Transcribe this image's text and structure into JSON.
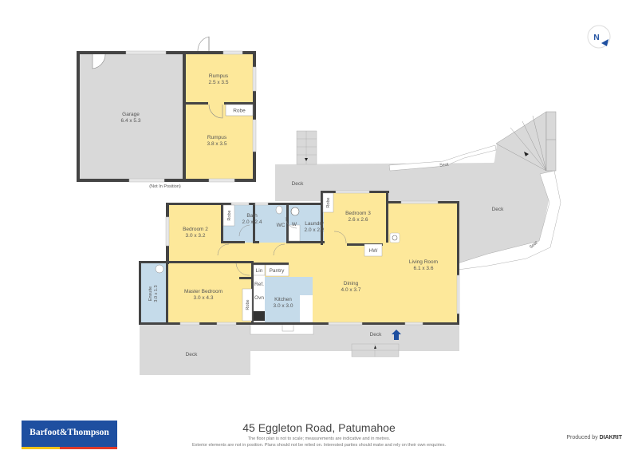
{
  "compass": {
    "label": "N"
  },
  "rooms": {
    "garage": {
      "name": "Garage",
      "dims": "6.4 x 5.3"
    },
    "rumpus1": {
      "name": "Rumpus",
      "dims": "2.5 x 3.5"
    },
    "rumpus2": {
      "name": "Rumpus",
      "dims": "3.8 x 3.5"
    },
    "robe_rumpus": {
      "name": "Robe"
    },
    "not_in_position": "(Not In Position)",
    "bedroom2": {
      "name": "Bedroom 2",
      "dims": "3.0 x 3.2"
    },
    "robe_bed2": {
      "name": "Robe"
    },
    "bath": {
      "name": "Bath",
      "dims": "2.0 x 2.4"
    },
    "wc": {
      "name": "WC"
    },
    "w": {
      "name": "W"
    },
    "laundry": {
      "name": "Laundry",
      "dims": "2.0 x 2.2"
    },
    "robe_bed3": {
      "name": "Robe"
    },
    "bedroom3": {
      "name": "Bedroom 3",
      "dims": "2.6 x 2.6"
    },
    "hw": {
      "name": "HW"
    },
    "living": {
      "name": "Living Room",
      "dims": "6.1 x 3.6"
    },
    "ensuite": {
      "name": "Ensuite",
      "dims": "3.0 x 1.3"
    },
    "master": {
      "name": "Master Bedroom",
      "dims": "3.0 x 4.3"
    },
    "robe_master": {
      "name": "Robe"
    },
    "lin": {
      "name": "Lin"
    },
    "pantry": {
      "name": "Pantry"
    },
    "ref": {
      "name": "Ref."
    },
    "ovn": {
      "name": "Ovn"
    },
    "kitchen": {
      "name": "Kitchen",
      "dims": "3.0 x 3.0"
    },
    "dining": {
      "name": "Dining",
      "dims": "4.0 x 3.7"
    },
    "deck_top": {
      "name": "Deck"
    },
    "deck_right": {
      "name": "Deck"
    },
    "deck_front": {
      "name": "Deck"
    },
    "deck_left": {
      "name": "Deck"
    },
    "seat1": {
      "name": "Seat"
    },
    "seat2": {
      "name": "Seat"
    }
  },
  "entrance_color": "#1e4fa0",
  "footer": {
    "address": "45 Eggleton Road, Patumahoe",
    "note1": "The floor plan is not to scale; measurements are indicative and in metres.",
    "note2": "Exterior elements are not in position. Plans should not be relied on. Interested parties should make and rely on their own enquiries.",
    "logo": "Barfoot&Thompson",
    "produced_by": "Produced by",
    "producer": "DIAKRIT"
  }
}
